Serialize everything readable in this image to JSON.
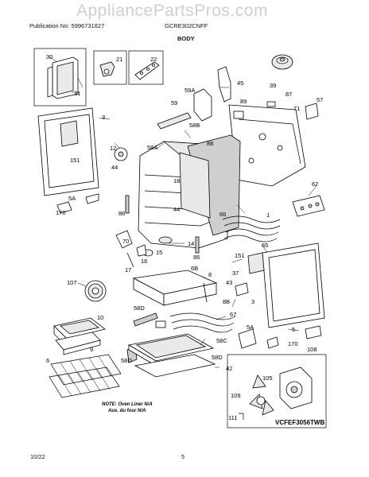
{
  "watermark": "AppliancePartsPros.com",
  "header": {
    "publication": "Publication No: 5996731827",
    "model": "GCRE302CNFF",
    "section": "BODY"
  },
  "footer": {
    "date": "10/22",
    "page": "5"
  },
  "diagram": {
    "note_line1": "NOTE: Oven Liner N/A",
    "note_line2": "Aus. du four N/A",
    "code": "VCFEF3056TWB",
    "labels": {
      "l30": "30",
      "l31": "31",
      "l21": "21",
      "l22": "22",
      "l45": "45",
      "l39": "39",
      "l59A": "59A",
      "l59": "59",
      "l87": "87",
      "l57": "57",
      "l89": "89",
      "l71": "71",
      "l3a": "3",
      "l58B": "58B",
      "l58A": "58A",
      "l88": "88",
      "l12": "12",
      "l44a": "44",
      "l151a": "151",
      "l18": "18",
      "l62": "62",
      "l5Aa": "5A",
      "l170a": "170",
      "l86a": "86",
      "l44b": "44",
      "l66": "66",
      "l1": "1",
      "l65": "65",
      "l14": "14",
      "l16": "16",
      "l15": "15",
      "l151b": "151",
      "l17": "17",
      "l86b": "86",
      "l6B": "6B",
      "l8a": "8",
      "l37": "37",
      "l43": "43",
      "l107": "107",
      "l8B": "8B",
      "l3b": "3",
      "l58D": "58D",
      "l10": "10",
      "l67": "67",
      "l5Ab": "5A",
      "l5": "5",
      "l58C": "58C",
      "l108": "108",
      "l170b": "170",
      "l9": "9",
      "l58D2": "58D",
      "l58D3": "58D",
      "l42": "42",
      "l6": "6",
      "l109": "109",
      "l105": "105",
      "l111": "111",
      "l70": "70"
    }
  }
}
